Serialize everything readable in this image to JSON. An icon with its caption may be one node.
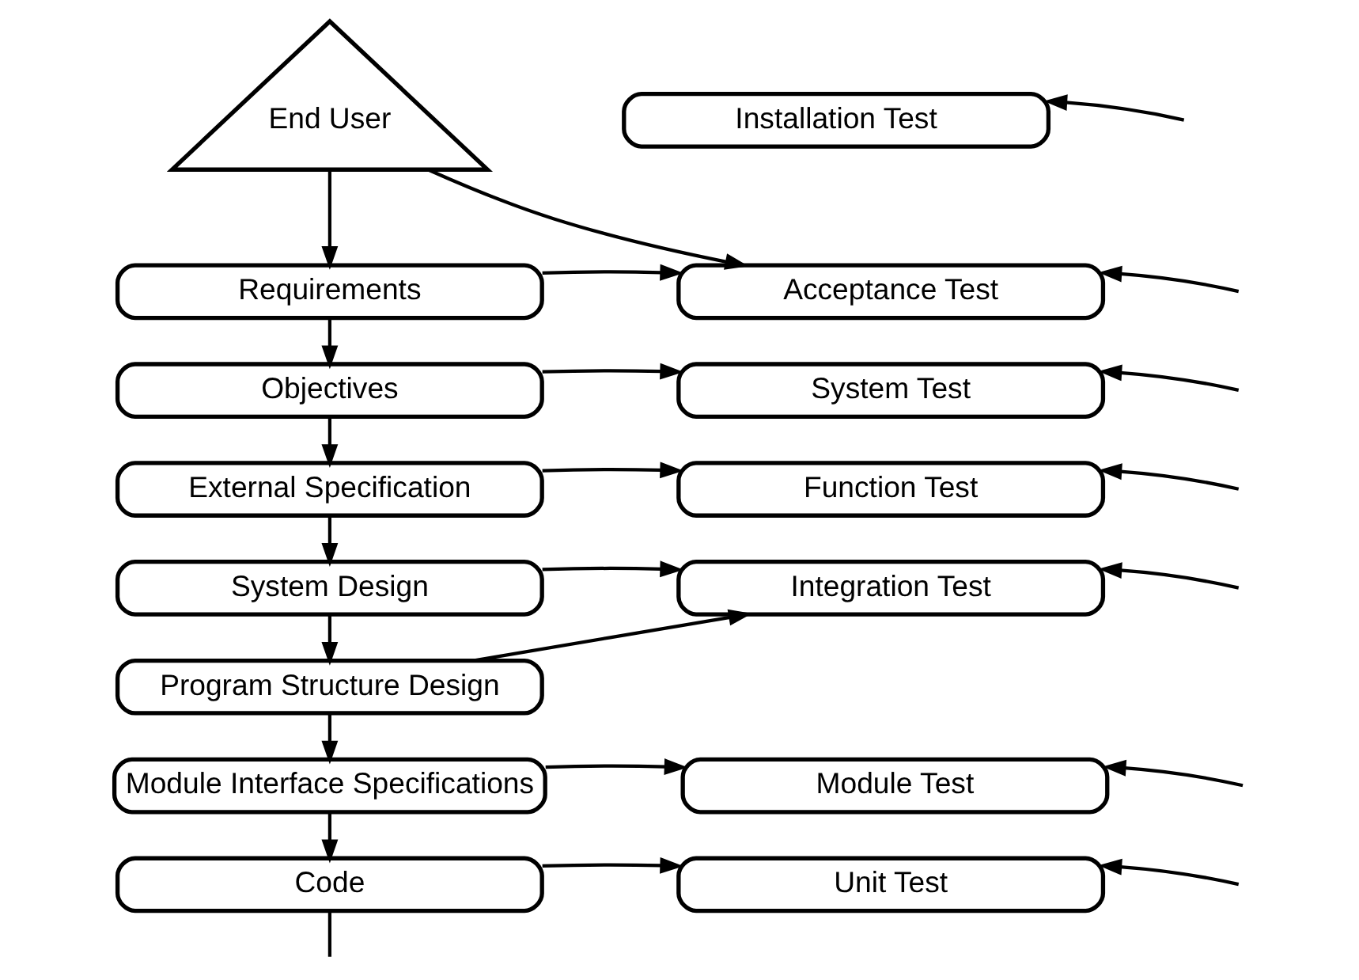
{
  "diagram": {
    "nodes": [
      {
        "text": [
          "End User"
        ]
      },
      {
        "text": [
          "Installation Test"
        ]
      },
      {
        "text": [
          "Requirements"
        ]
      },
      {
        "text": [
          "Acceptance Test"
        ]
      },
      {
        "text": [
          "Objectives"
        ]
      },
      {
        "text": [
          "System Test"
        ]
      },
      {
        "text": [
          "External Specification"
        ]
      },
      {
        "text": [
          "Function Test"
        ]
      },
      {
        "text": [
          "System Design"
        ]
      },
      {
        "text": [
          "Integration Test"
        ]
      },
      {
        "text": [
          "Program Structure Design"
        ]
      },
      {
        "text": [
          "Module Interface Specifications"
        ]
      },
      {
        "text": [
          "Module Test"
        ]
      },
      {
        "text": [
          "Code"
        ]
      },
      {
        "text": [
          "Unit Test"
        ]
      }
    ],
    "edges": [
      {
        "from": 0,
        "to": 2,
        "arrow": "to"
      },
      {
        "from": 0,
        "to": 3,
        "arrow": "to"
      },
      {
        "from": 2,
        "to": 4,
        "arrow": "to"
      },
      {
        "from": 4,
        "to": 6,
        "arrow": "to"
      },
      {
        "from": 6,
        "to": 8,
        "arrow": "to"
      },
      {
        "from": 8,
        "to": 10,
        "arrow": "to"
      },
      {
        "from": 10,
        "to": 11,
        "arrow": "to"
      },
      {
        "from": 11,
        "to": 13,
        "arrow": "to"
      },
      {
        "from": 13,
        "to": null,
        "arrow": "none"
      },
      {
        "from": 2,
        "to": 3,
        "arrow": "to"
      },
      {
        "from": 4,
        "to": 5,
        "arrow": "to"
      },
      {
        "from": 6,
        "to": 7,
        "arrow": "to"
      },
      {
        "from": 8,
        "to": 9,
        "arrow": "to"
      },
      {
        "from": 10,
        "to": 9,
        "arrow": "to"
      },
      {
        "from": 11,
        "to": 12,
        "arrow": "to"
      },
      {
        "from": 13,
        "to": 14,
        "arrow": "to"
      },
      {
        "from": null,
        "to": 1,
        "arrow": "to"
      },
      {
        "from": null,
        "to": 3,
        "arrow": "to"
      },
      {
        "from": null,
        "to": 5,
        "arrow": "to"
      },
      {
        "from": null,
        "to": 7,
        "arrow": "to"
      },
      {
        "from": null,
        "to": 9,
        "arrow": "to"
      },
      {
        "from": null,
        "to": 12,
        "arrow": "to"
      },
      {
        "from": null,
        "to": 14,
        "arrow": "to"
      }
    ]
  }
}
